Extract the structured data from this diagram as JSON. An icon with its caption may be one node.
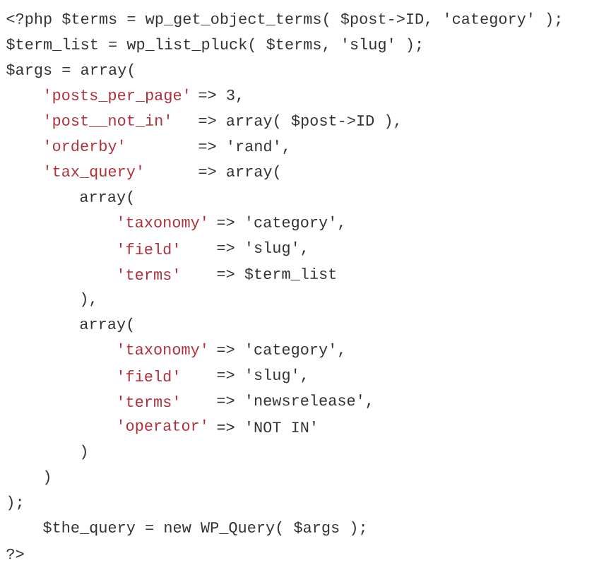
{
  "diagram": {
    "labels": [
      "<?php $terms = wp_get_object_terms( $post->ID, 'category' );",
      "$term_list = wp_list_pluck( $terms, 'slug' );",
      "$args = array(",
      "'posts_per_page'",
      "=> 3,",
      "'post__not_in'",
      "=> array( $post->ID ),",
      "'orderby'",
      "=> 'rand',",
      "'tax_query'",
      "=> array(",
      "array(",
      "'taxonomy'",
      "=> 'category',",
      "'field'",
      "=> 'slug',",
      "'terms'",
      "=> $term_list",
      "),",
      "array(",
      "'taxonomy'",
      "=> 'category',",
      "'field'",
      "=> 'slug',",
      "'terms'",
      "=> 'newsrelease',",
      "'operator'",
      "=> 'NOT IN'",
      ")",
      ")",
      ");",
      "$the_query = new WP_Query( $args );",
      "?>"
    ]
  }
}
